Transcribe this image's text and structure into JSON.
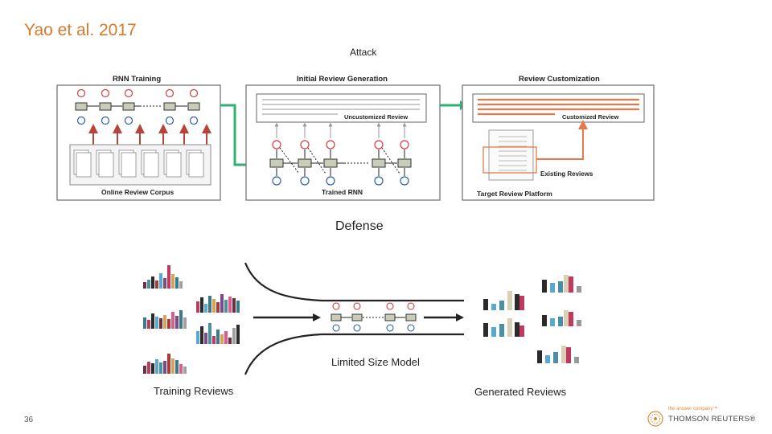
{
  "slide": {
    "title": "Yao et al. 2017",
    "attack_label": "Attack",
    "defense_label": "Defense",
    "page_number": "36"
  },
  "colors": {
    "title": "#d87a2b",
    "green_arrow": "#2db36b",
    "orange_highlight": "#e8784a",
    "red_arrow": "#b8433a",
    "blue_node": "#2a5db0",
    "red_node": "#d43c3c"
  },
  "attack_diagram": {
    "rnn_training": {
      "title": "RNN Training",
      "caption": "Online Review Corpus"
    },
    "initial_generation": {
      "title": "Initial Review Generation",
      "uncustomized_label": "Uncustomized Review",
      "caption": "Trained RNN"
    },
    "customization": {
      "title": "Review Customization",
      "customized_label": "Customized Review",
      "existing_label": "Existing Reviews",
      "caption": "Target Review Platform"
    }
  },
  "defense_diagram": {
    "model_label": "Limited Size Model",
    "input_label": "Training Reviews",
    "output_label": "Generated Reviews"
  },
  "logo": {
    "tagline": "the answer company™",
    "name": "THOMSON REUTERS®"
  }
}
